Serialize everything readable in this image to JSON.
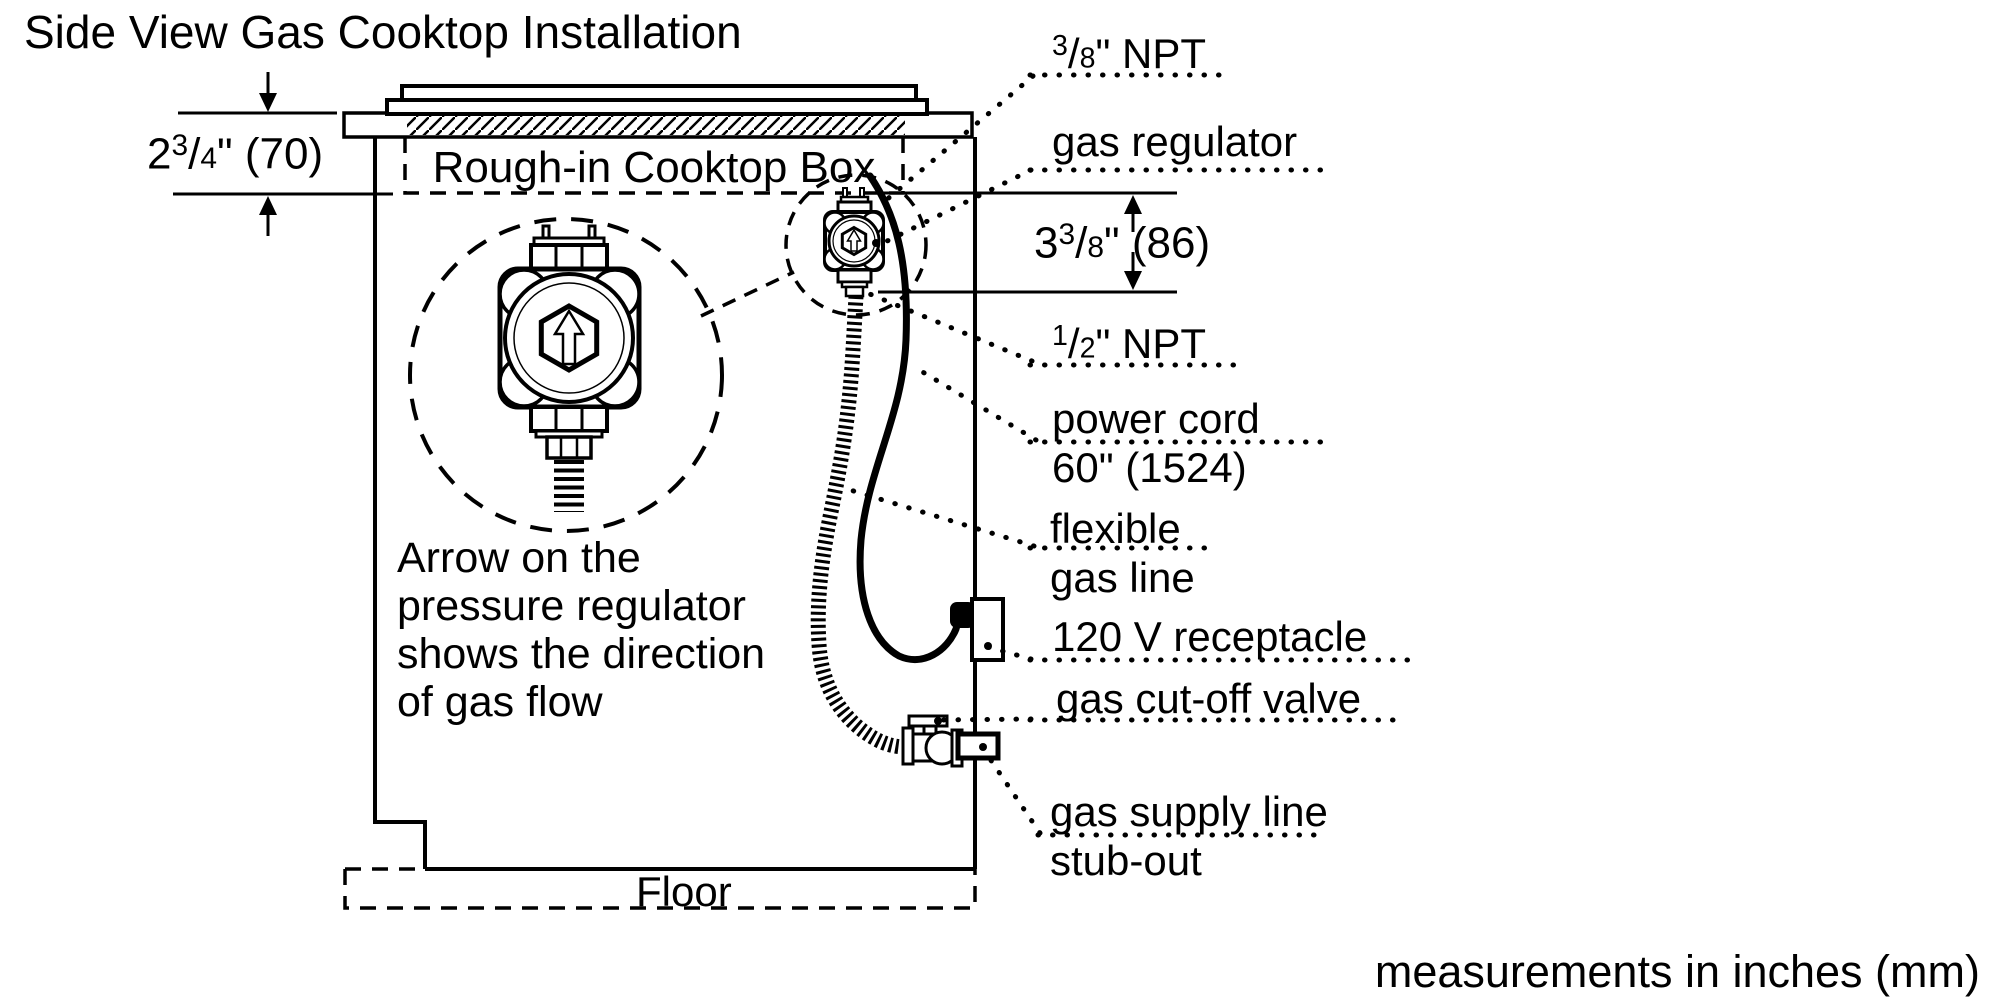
{
  "title": "Side View Gas Cooktop Installation",
  "rough_in_box": "Rough-in Cooktop Box",
  "floor": "Floor",
  "footnote": "measurements in inches (mm)",
  "note": {
    "lines": [
      "Arrow on the",
      "pressure regulator",
      "shows the direction",
      "of gas flow"
    ]
  },
  "dim70": {
    "whole": "2",
    "num": "3",
    "slash": "/",
    "den": "4",
    "rest": "\" (70)"
  },
  "labels": {
    "npt38": {
      "num": "3",
      "slash": "/",
      "den": "8",
      "rest": "\" NPT"
    },
    "gas_regulator": "gas regulator",
    "dim86": {
      "whole": "3",
      "num": "3",
      "slash": "/",
      "den": "8",
      "rest": "\" (86)"
    },
    "npt12": {
      "num": "1",
      "slash": "/",
      "den": "2",
      "rest": "\" NPT"
    },
    "power_cord_1": "power cord",
    "power_cord_2": "60\" (1524)",
    "flexible_1": "flexible",
    "flexible_2": "gas line",
    "receptacle": "120 V receptacle",
    "cutoff": "gas cut-off valve",
    "supply_1": "gas supply line",
    "supply_2": "stub-out"
  },
  "colors": {
    "ink": "#000000",
    "paper": "#ffffff"
  }
}
